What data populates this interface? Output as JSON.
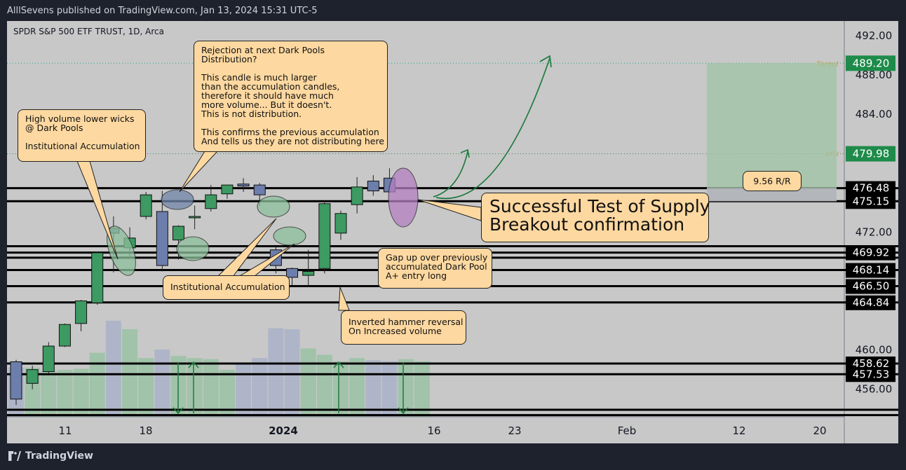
{
  "header": {
    "published": "AlllSevens published on TradingView.com, Jan 13, 2024 15:31 UTC-5"
  },
  "footer": {
    "brand": "TradingView"
  },
  "chart_data": {
    "type": "candlestick",
    "title": "SPDR S&P 500 ETF TRUST, 1D, Arca",
    "ylim": [
      453.2,
      493.5
    ],
    "y_ticks": [
      "492.00",
      "488.00",
      "484.00",
      "472.00",
      "460.00",
      "456.00"
    ],
    "x_ticks": [
      "11",
      "18",
      "2024",
      "16",
      "23",
      "Feb",
      "12",
      "20"
    ],
    "candles": [
      {
        "o": 458.8,
        "h": 459.0,
        "l": 454.4,
        "c": 455.0,
        "dir": "down"
      },
      {
        "o": 456.6,
        "h": 458.4,
        "l": 456.0,
        "c": 458.0,
        "dir": "up"
      },
      {
        "o": 457.8,
        "h": 460.8,
        "l": 457.6,
        "c": 460.4,
        "dir": "up"
      },
      {
        "o": 460.4,
        "h": 462.7,
        "l": 460.3,
        "c": 462.6,
        "dir": "up"
      },
      {
        "o": 462.7,
        "h": 465.1,
        "l": 461.9,
        "c": 465.0,
        "dir": "up"
      },
      {
        "o": 464.8,
        "h": 470.0,
        "l": 464.6,
        "c": 469.9,
        "dir": "up"
      },
      {
        "o": 472.4,
        "h": 473.6,
        "l": 467.9,
        "c": 471.9,
        "dir": "down"
      },
      {
        "o": 470.4,
        "h": 472.5,
        "l": 469.4,
        "c": 471.4,
        "dir": "up"
      },
      {
        "o": 473.6,
        "h": 476.1,
        "l": 473.3,
        "c": 475.8,
        "dir": "up"
      },
      {
        "o": 474.1,
        "h": 476.2,
        "l": 468.0,
        "c": 468.6,
        "dir": "down"
      },
      {
        "o": 471.2,
        "h": 472.7,
        "l": 469.2,
        "c": 472.6,
        "dir": "up"
      },
      {
        "o": 473.5,
        "h": 474.7,
        "l": 472.3,
        "c": 473.6,
        "dir": "up"
      },
      {
        "o": 474.4,
        "h": 476.8,
        "l": 474.1,
        "c": 475.8,
        "dir": "up"
      },
      {
        "o": 475.9,
        "h": 476.8,
        "l": 475.4,
        "c": 476.8,
        "dir": "up"
      },
      {
        "o": 476.7,
        "h": 477.5,
        "l": 476.1,
        "c": 476.9,
        "dir": "down"
      },
      {
        "o": 476.8,
        "h": 477.0,
        "l": 474.7,
        "c": 475.8,
        "dir": "down"
      },
      {
        "o": 470.2,
        "h": 470.5,
        "l": 467.8,
        "c": 468.6,
        "dir": "down"
      },
      {
        "o": 468.3,
        "h": 468.4,
        "l": 466.6,
        "c": 467.4,
        "dir": "down"
      },
      {
        "o": 467.6,
        "h": 470.2,
        "l": 466.4,
        "c": 468.0,
        "dir": "up"
      },
      {
        "o": 468.3,
        "h": 475.2,
        "l": 467.8,
        "c": 474.9,
        "dir": "up"
      },
      {
        "o": 471.9,
        "h": 474.2,
        "l": 471.2,
        "c": 473.9,
        "dir": "up"
      },
      {
        "o": 474.8,
        "h": 477.6,
        "l": 473.9,
        "c": 476.6,
        "dir": "up"
      },
      {
        "o": 476.2,
        "h": 477.8,
        "l": 475.7,
        "c": 477.2,
        "dir": "down"
      },
      {
        "o": 476.1,
        "h": 478.5,
        "l": 476.0,
        "c": 477.5,
        "dir": "down"
      }
    ],
    "volume_rel": [
      0.46,
      0.46,
      0.43,
      0.44,
      0.45,
      0.6,
      0.9,
      0.82,
      0.55,
      0.63,
      0.57,
      0.55,
      0.54,
      0.44,
      0.5,
      0.55,
      0.83,
      0.82,
      0.64,
      0.58,
      0.52,
      0.55,
      0.53,
      0.52,
      0.54,
      0.52
    ],
    "levels": [
      "476.48",
      "475.15",
      "469.92",
      "468.14",
      "466.50",
      "464.84",
      "458.62",
      "457.53"
    ],
    "hidden_levels": [
      470.57,
      469.4,
      453.91,
      453.37
    ],
    "markers": [
      {
        "label": "Target",
        "value": "489.20",
        "color": "#22ab94"
      },
      {
        "label": "ATH",
        "value": "479.98",
        "color": "#2e8b57"
      }
    ],
    "position": {
      "entry": 475.15,
      "stop": 476.48,
      "target": 489.2,
      "rr_label": "9.56 R/R"
    },
    "annotations": {
      "wicks": "High volume lower wicks\n@ Dark Pools\n\nInstitutional Accumulation",
      "rejection": "Rejection at next Dark Pools\nDistribution?\n\nThis candle is much larger\nthan the accumulation candles,\ntherefore it should have much\nmore volume... But it doesn't.\nThis is not distribution.\n\nThis confirms the previous accumulation\nAnd tells us they are not distributing here",
      "accum": "Institutional Accumulation",
      "gap": "Gap up over previously\naccumulated Dark Pool\nA+ entry long",
      "hammer": "Inverted hammer reversal\nOn Increased volume",
      "supply": "Successful Test of Supply\nBreakout confirmation"
    }
  }
}
